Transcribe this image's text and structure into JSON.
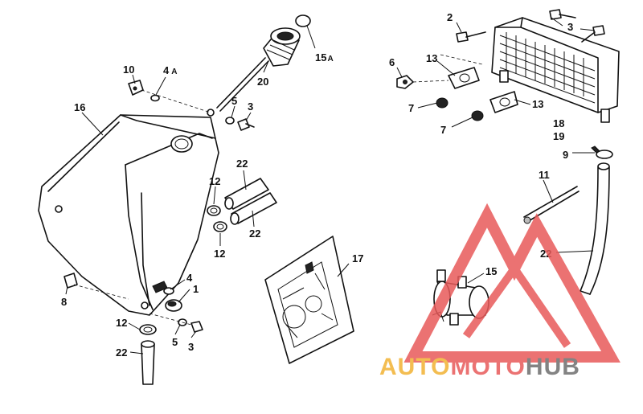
{
  "callouts": {
    "c2": "2",
    "c3a": "3",
    "c3b": "3",
    "c3c": "3",
    "c4a_num": "4",
    "c4a_suffix": "A",
    "c4": "4",
    "c1": "1",
    "c5a": "5",
    "c5b": "5",
    "c6": "6",
    "c7a": "7",
    "c7b": "7",
    "c8": "8",
    "c9": "9",
    "c10": "10",
    "c11": "11",
    "c12a": "12",
    "c12b": "12",
    "c12c": "12",
    "c13a": "13",
    "c13b": "13",
    "c15": "15",
    "c15a_num": "15",
    "c15a_suffix": "A",
    "c16": "16",
    "c17": "17",
    "c18": "18",
    "c19": "19",
    "c20": "20",
    "c22a": "22",
    "c22b": "22",
    "c22c": "22",
    "c22d": "22"
  },
  "watermark": {
    "part1": "AUTO",
    "part2": "MOTO",
    "part3": "HUB",
    "color_orange": "#f2b233",
    "color_red": "#e85a5a",
    "color_gray": "#6e6e6e"
  }
}
